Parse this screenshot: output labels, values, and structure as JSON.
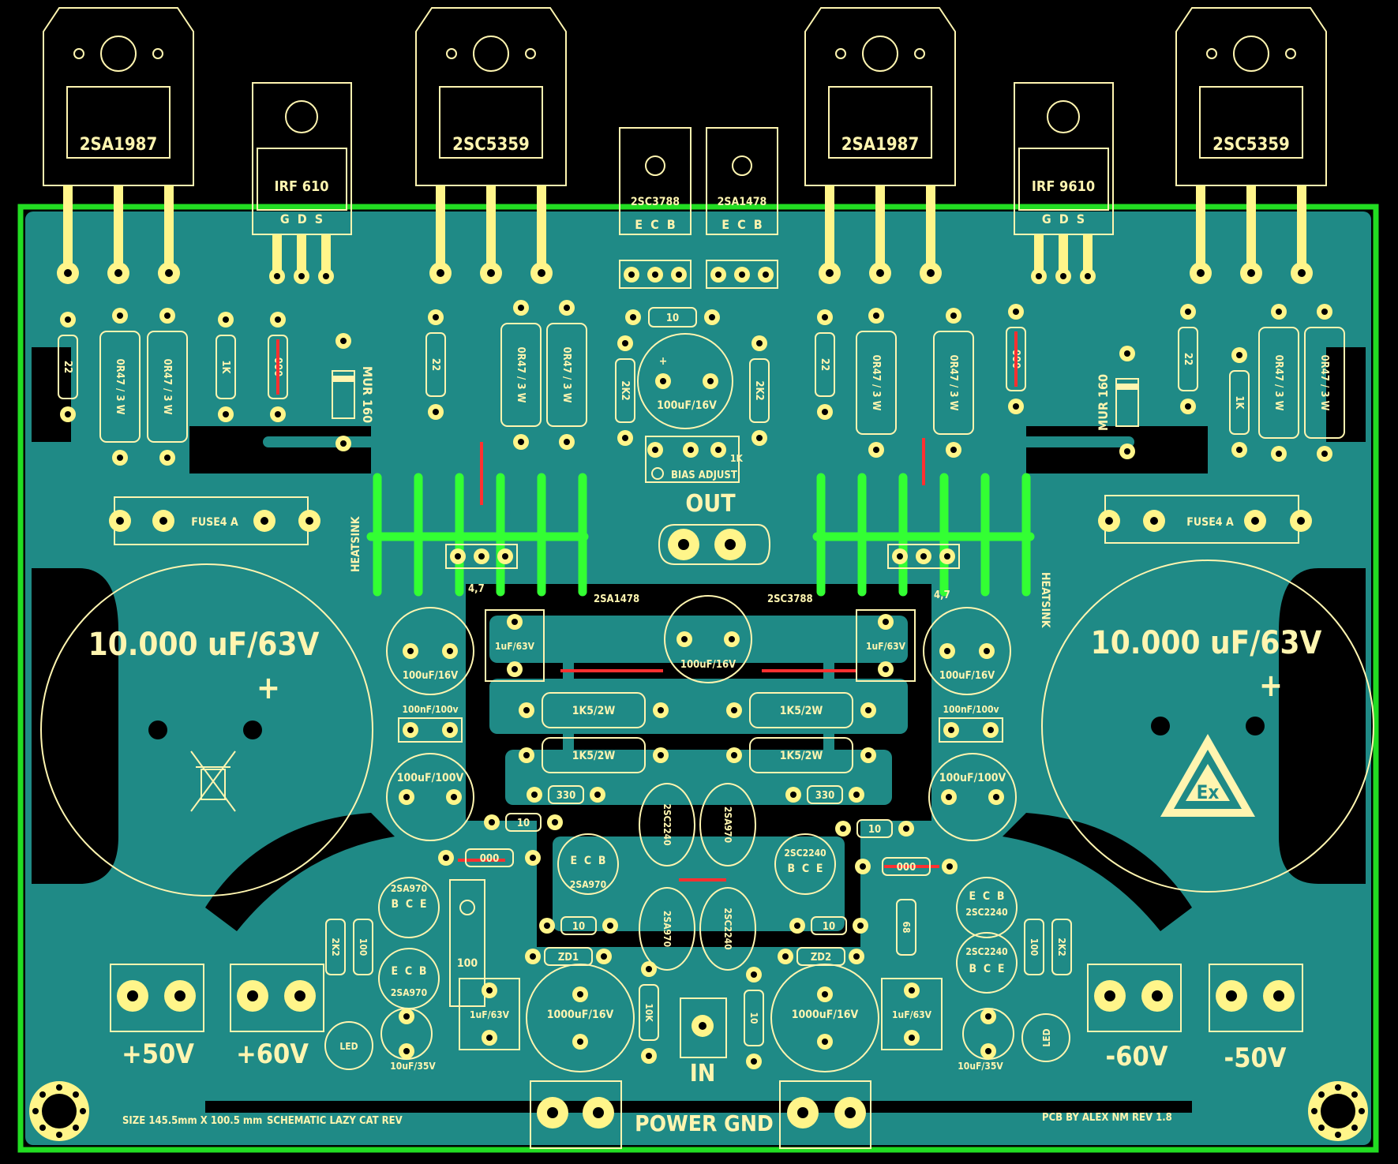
{
  "colors": {
    "background": "#000000",
    "copper": "#1f8a86",
    "board_outline": "#22dd22",
    "heatsink": "#33ff33",
    "silkscreen": "#fff5b0",
    "pad": "#fff58a",
    "jumper": "#ff3030"
  },
  "power_transistors": [
    {
      "label": "2SA1987"
    },
    {
      "label": "2SC5359"
    },
    {
      "label": "2SA1987"
    },
    {
      "label": "2SC5359"
    }
  ],
  "mosfets": [
    {
      "label": "IRF 610",
      "pins": "G  D  S"
    },
    {
      "label": "IRF 9610",
      "pins": "G  D  S"
    }
  ],
  "driver_transistors": [
    {
      "label": "2SC3788",
      "pins": "E  C  B"
    },
    {
      "label": "2SA1478",
      "pins": "E  C  B"
    }
  ],
  "emitter_resistors": [
    "0R47 / 3 W",
    "0R47 / 3 W",
    "0R47 / 3 W",
    "0R47 / 3 W",
    "0R47 / 3 W",
    "0R47 / 3 W",
    "0R47 / 3 W",
    "0R47 / 3 W"
  ],
  "diode": "MUR 160",
  "fuse": "FUSE4 A",
  "main_capacitor": "10.000 uF/63V",
  "plus_sign": "+",
  "out_label": "OUT",
  "in_label": "IN",
  "power_gnd_label": "POWER GND",
  "heatsink_label": "HEATSINK",
  "bias": {
    "label": "BIAS ADJUST",
    "value": "1K"
  },
  "sink_transistors": [
    "2SA1478",
    "2SC3788"
  ],
  "small_parts": {
    "r22": "22",
    "r1k": "1K",
    "r000": "000",
    "r10": "10",
    "r2k2": "2K2",
    "r4k7": "4,7",
    "r1k5": "1K5/2W",
    "r330": "330",
    "r100": "100",
    "r10k": "10K",
    "r68": "68",
    "c100u16": "100uF/16V",
    "c1u63": "1uF/63V",
    "c100n100": "100nF/100v",
    "c100u100": "100uF/100V",
    "c1000u16": "1000uF/16V",
    "c10u35": "10uF/35V",
    "zd1": "ZD1",
    "zd2": "ZD2",
    "led": "LED",
    "q2sa970": "2SA970",
    "q2sc2240": "2SC2240",
    "ecb": "E  C  B",
    "bce": "B  C  E"
  },
  "supply_labels": [
    "+50V",
    "+60V",
    "-60V",
    "-50V"
  ],
  "footer": {
    "size": "SIZE 145.5mm X 100.5 mm",
    "schematic": "SCHEMATIC  LAZY CAT REV",
    "author": "PCB BY ALEX NM   REV 1.8"
  }
}
